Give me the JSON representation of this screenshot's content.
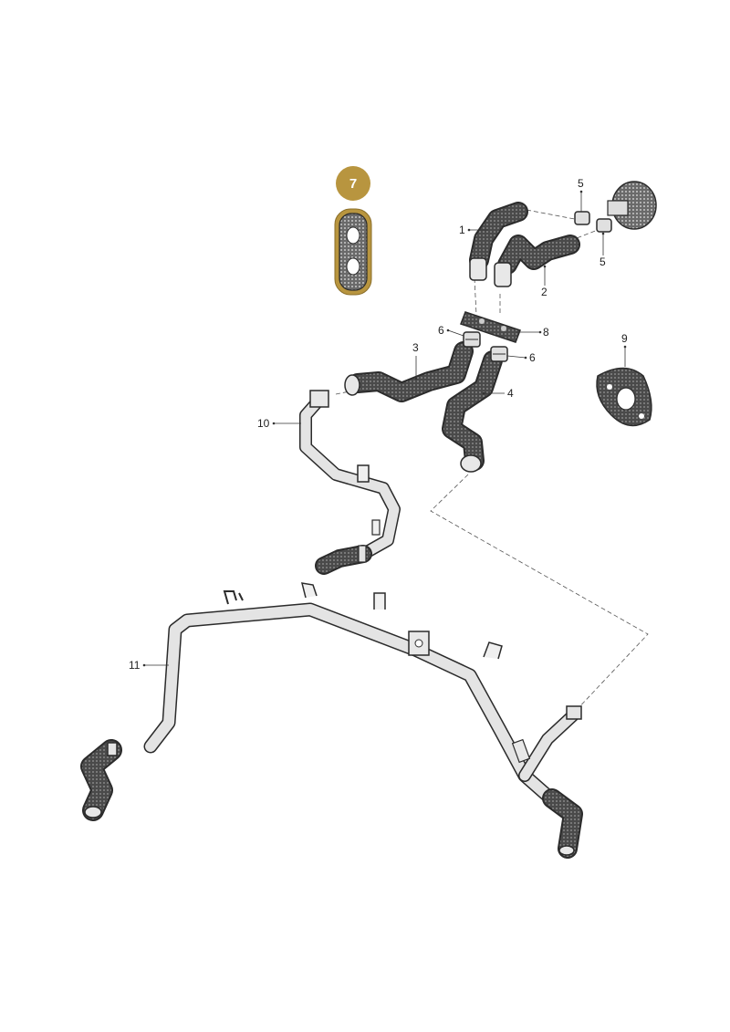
{
  "colors": {
    "accent": "#b8953f",
    "hose_dark": "#3a3a3a",
    "pipe_light": "#e4e4e4",
    "outline": "#2b2b2b"
  },
  "callouts": {
    "c1": "1",
    "c2": "2",
    "c3": "3",
    "c4": "4",
    "c5a": "5",
    "c5b": "5",
    "c6a": "6",
    "c6b": "6",
    "c7": "7",
    "c8": "8",
    "c9": "9",
    "c10": "10",
    "c11": "11"
  },
  "highlighted_part": "7"
}
